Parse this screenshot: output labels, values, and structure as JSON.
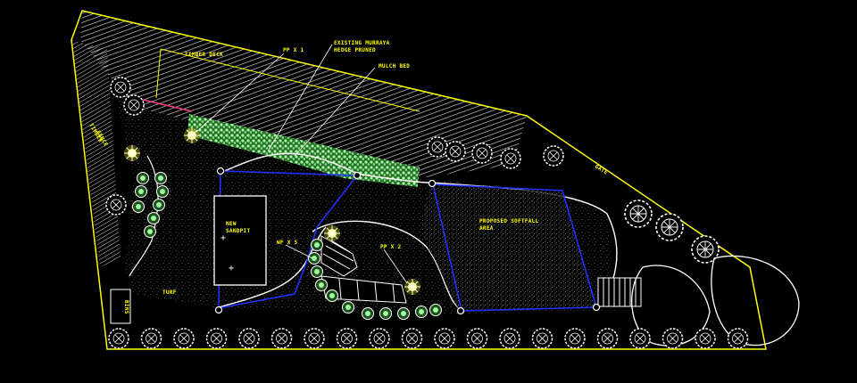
{
  "colors": {
    "background": "#000000",
    "boundary": "#ffff00",
    "softfall_outline": "#2030ff",
    "hedge": "#90ff90",
    "linework": "#ffffff",
    "path": "#ff3b8a"
  },
  "labels": {
    "timber_deck": "TIMBER DECK",
    "pp_x1": "PP X 1",
    "existing_murraya_1": "EXISTING MURRAYA",
    "existing_murraya_2": "HEDGE PRUNED",
    "mulch_bed": "MULCH BED",
    "timber_fence_1": "TIMBER",
    "timber_fence_2": "FENCE",
    "new_sandpit_1": "NEW",
    "new_sandpit_2": "SANDPIT",
    "proposed_softfall_1": "PROPOSED SOFTFALL",
    "proposed_softfall_2": "AREA",
    "wf_x5": "WF X 5",
    "pp_x2": "PP X 2",
    "turf": "TURF",
    "gate": "GATE",
    "bins": "BINS"
  },
  "icons": [
    "tree-symbol-icon",
    "shrub-symbol-icon",
    "post-marker-icon",
    "cross-marker-icon"
  ]
}
